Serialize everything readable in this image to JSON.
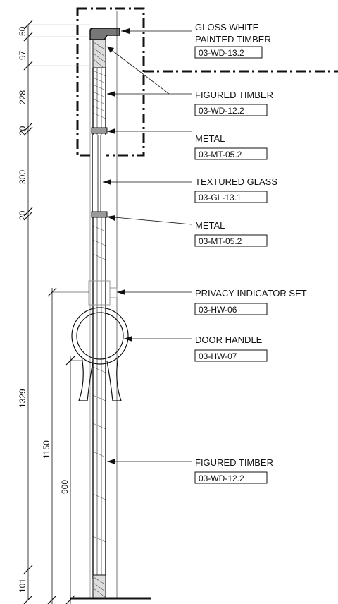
{
  "callouts": [
    {
      "lines": [
        "GLOSS WHITE",
        "PAINTED TIMBER"
      ],
      "code": "03-WD-13.2"
    },
    {
      "lines": [
        "FIGURED TIMBER"
      ],
      "code": "03-WD-12.2"
    },
    {
      "lines": [
        "METAL"
      ],
      "code": "03-MT-05.2"
    },
    {
      "lines": [
        "TEXTURED GLASS"
      ],
      "code": "03-GL-13.1"
    },
    {
      "lines": [
        "METAL"
      ],
      "code": "03-MT-05.2"
    },
    {
      "lines": [
        "PRIVACY INDICATOR SET"
      ],
      "code": "03-HW-06"
    },
    {
      "lines": [
        "DOOR HANDLE"
      ],
      "code": "03-HW-07"
    },
    {
      "lines": [
        "FIGURED TIMBER"
      ],
      "code": "03-WD-12.2"
    }
  ],
  "dimensions_left": [
    "50",
    "97",
    "228",
    "20",
    "300",
    "20",
    "1329",
    "101"
  ],
  "dimensions_mid": [
    "1150"
  ],
  "dimensions_inner": [
    "900"
  ]
}
